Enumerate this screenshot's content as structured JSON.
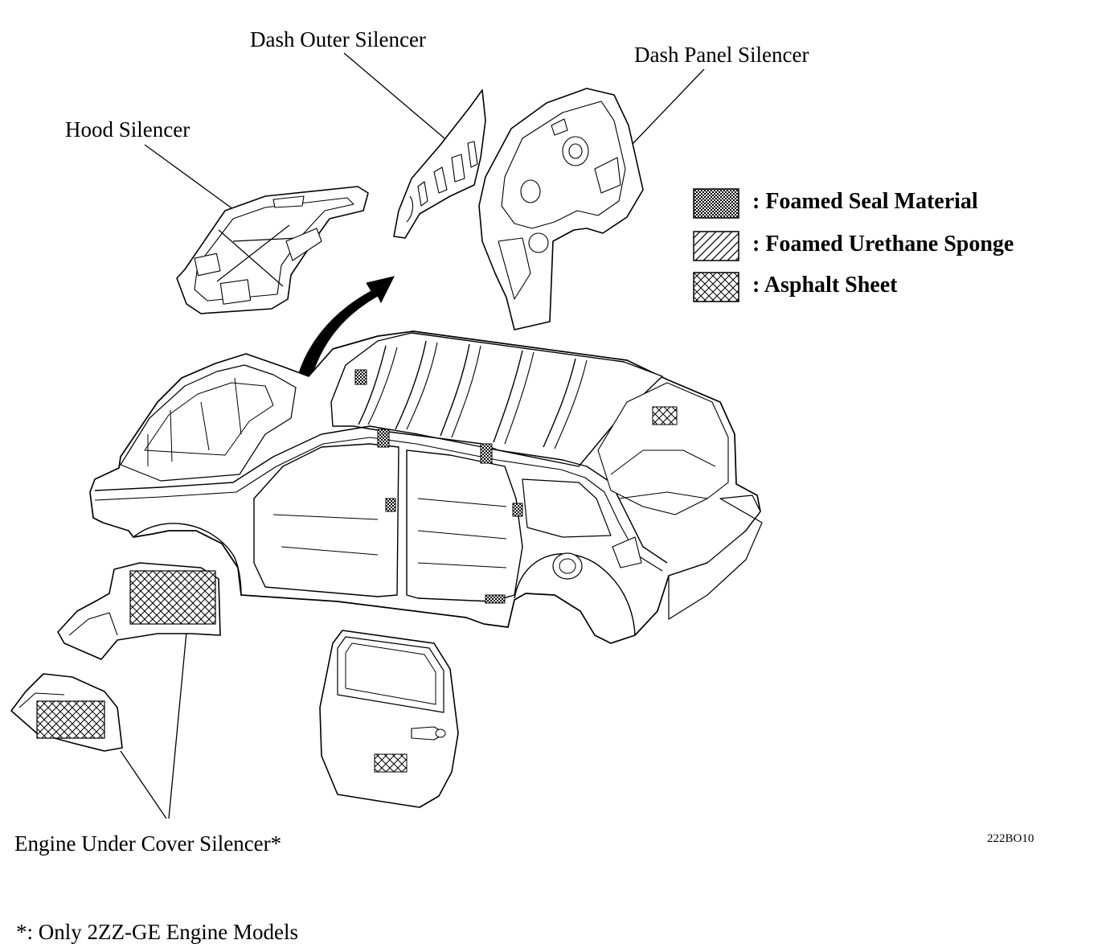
{
  "labels": {
    "dash_outer": "Dash Outer Silencer",
    "dash_panel": "Dash Panel Silencer",
    "hood": "Hood Silencer",
    "engine_under": "Engine Under Cover Silencer*"
  },
  "legend": [
    {
      "pattern": "foamed-seal",
      "text": ": Foamed Seal Material"
    },
    {
      "pattern": "urethane",
      "text": ": Foamed Urethane Sponge"
    },
    {
      "pattern": "asphalt",
      "text": ": Asphalt Sheet"
    }
  ],
  "figure_code": "222BO10",
  "footnote": "*: Only 2ZZ-GE Engine Models"
}
